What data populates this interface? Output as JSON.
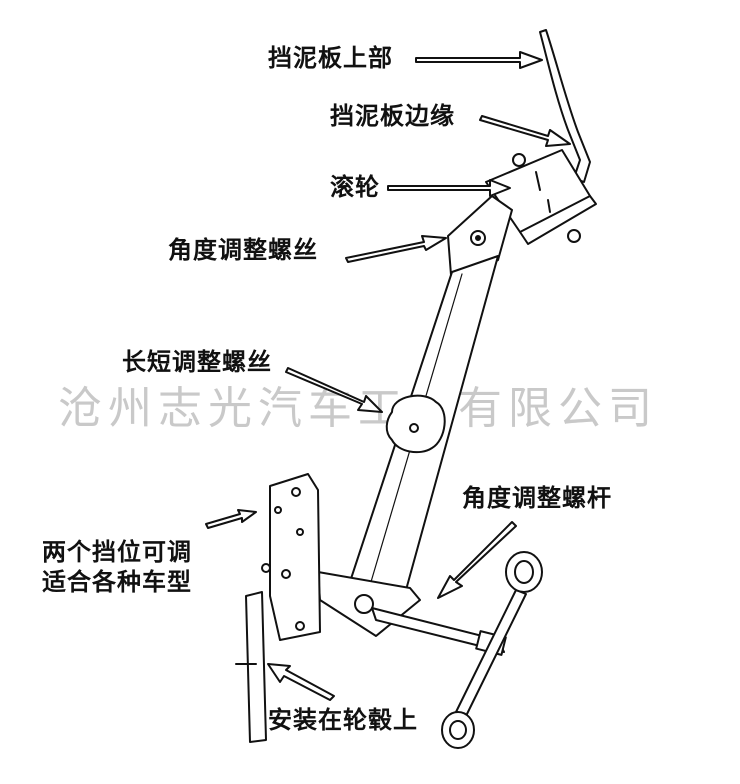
{
  "watermark": "沧州志光汽车工具有限公司",
  "labels": {
    "fender_top": "挡泥板上部",
    "fender_edge": "挡泥板边缘",
    "roller": "滚轮",
    "angle_screw": "角度调整螺丝",
    "length_screw": "长短调整螺丝",
    "angle_rod": "角度调整螺杆",
    "two_position_line1": "两个挡位可调",
    "two_position_line2": "适合各种车型",
    "wheel_hub": "安装在轮毂上"
  }
}
